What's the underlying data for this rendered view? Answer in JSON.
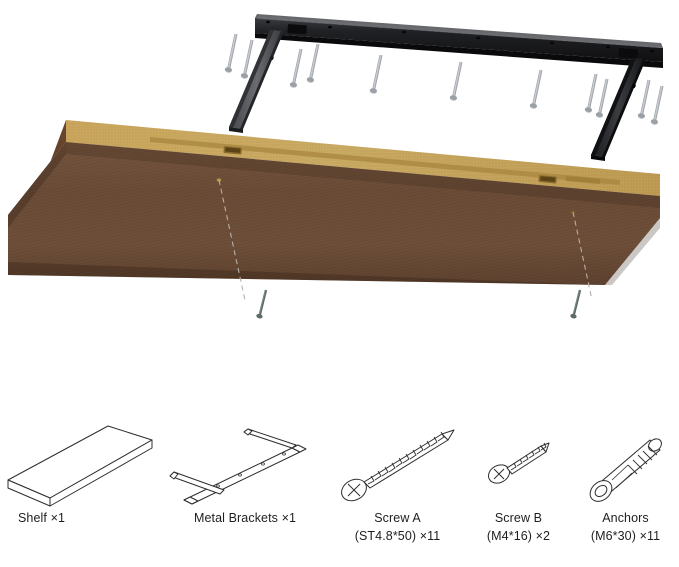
{
  "document": {
    "type": "assembly-instruction-diagram",
    "subject": "floating wall shelf with concealed metal bracket",
    "background_color": "#ffffff"
  },
  "exploded_view": {
    "name": "exploded-assembly-view",
    "components": [
      {
        "id": "metal-bracket-assembly",
        "label": "Metal bracket",
        "color": "#1b1b1d",
        "arm_color": "#55565a",
        "description": "black T-shaped wall bracket with horizontal rail and two vertical rods"
      },
      {
        "id": "shelf-board",
        "label": "Shelf board",
        "face_color": "#6e4f3a",
        "top_edge_color": "#c3a257",
        "end_color": "#5a3a2a",
        "description": "walnut finished floating shelf shown underside up with routed channel"
      },
      {
        "id": "mounting-screws",
        "label": "Mounting screws",
        "color": "#b9bdc2",
        "count": 11
      },
      {
        "id": "side-lock-screws",
        "label": "Side locking screws",
        "color": "#4b5a52",
        "count": 2
      },
      {
        "id": "alignment-guides",
        "label": "Alignment dashed guides",
        "color": "#b9b3ad",
        "count": 2
      }
    ]
  },
  "parts_list": {
    "name": "parts-inventory",
    "items": [
      {
        "icon": "shelf-board-icon",
        "name": "Shelf",
        "quantity_label": "Shelf ×1",
        "spec_label": ""
      },
      {
        "icon": "metal-bracket-icon",
        "name": "Metal Brackets",
        "quantity_label": "Metal Brackets ×1",
        "spec_label": ""
      },
      {
        "icon": "screw-a-icon",
        "name": "Screw A",
        "quantity_label": "Screw A",
        "spec_label": "(ST4.8*50) ×11"
      },
      {
        "icon": "screw-b-icon",
        "name": "Screw B",
        "quantity_label": "Screw B",
        "spec_label": "(M4*16) ×2"
      },
      {
        "icon": "anchor-icon",
        "name": "Anchors",
        "quantity_label": "Anchors",
        "spec_label": "(M6*30) ×11"
      }
    ]
  }
}
